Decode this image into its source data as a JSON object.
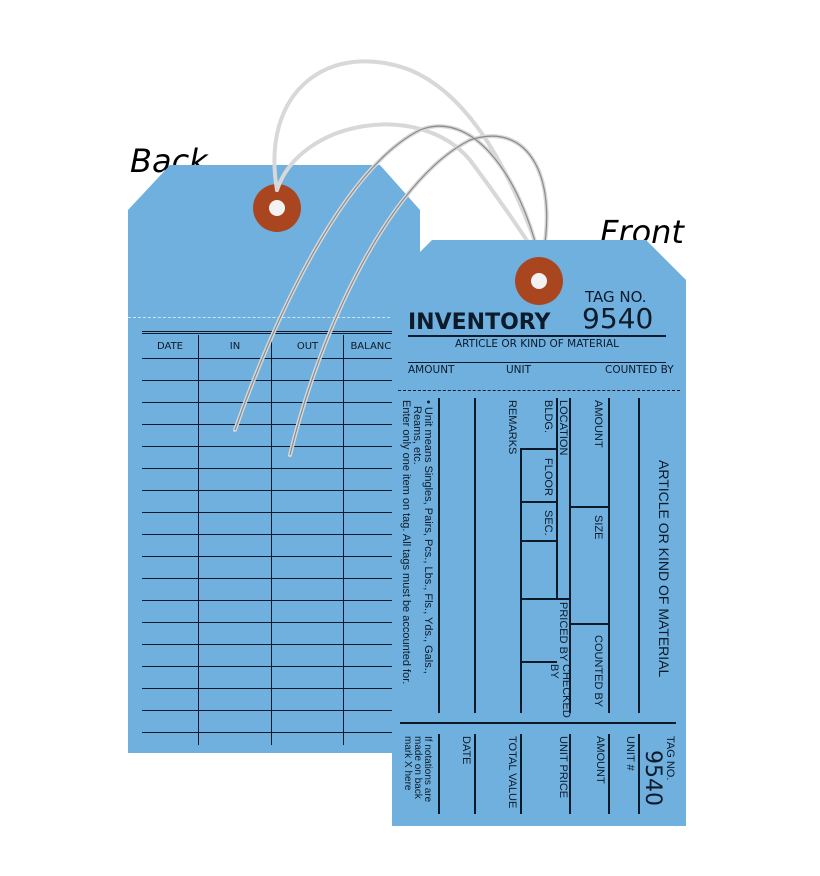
{
  "labels": {
    "back": "Back",
    "front": "Front"
  },
  "colors": {
    "tag": "#6fb0de",
    "grommet": "#a9461f",
    "ink": "#0d1a2a"
  },
  "back": {
    "columns": [
      "DATE",
      "IN",
      "OUT",
      "BALANCE"
    ]
  },
  "front": {
    "title": "INVENTORY",
    "tag_no_label": "TAG NO.",
    "tag_no": "9540",
    "article_label": "ARTICLE OR KIND OF MATERIAL",
    "amount": "AMOUNT",
    "unit": "UNIT",
    "counted_by": "COUNTED BY",
    "stub": {
      "article": "ARTICLE OR KIND OF MATERIAL",
      "amount": "AMOUNT",
      "size": "SIZE",
      "counted_by": "COUNTED BY",
      "location": "LOCATION",
      "bldg": "BLDG.",
      "floor": "FLOOR",
      "sec": "SEC.",
      "priced_by": "PRICED BY",
      "checked_by": "CHECKED BY",
      "remarks": "REMARKS",
      "note1": "• Unit means Singles, Pairs, Pcs., Lbs., Fls., Yds., Gals.,",
      "note2": "Reams, etc.",
      "note3": "Enter only one item on tag. All tags must be accounted for."
    },
    "bottom": {
      "tag_no_label": "TAG NO.",
      "tag_no": "9540",
      "unit_no": "UNIT #",
      "amount": "AMOUNT",
      "unit_price": "UNIT PRICE",
      "total_value": "TOTAL VALUE",
      "date": "DATE",
      "note1": "If notations are",
      "note2": "made on back",
      "note3": "mark X here"
    }
  }
}
